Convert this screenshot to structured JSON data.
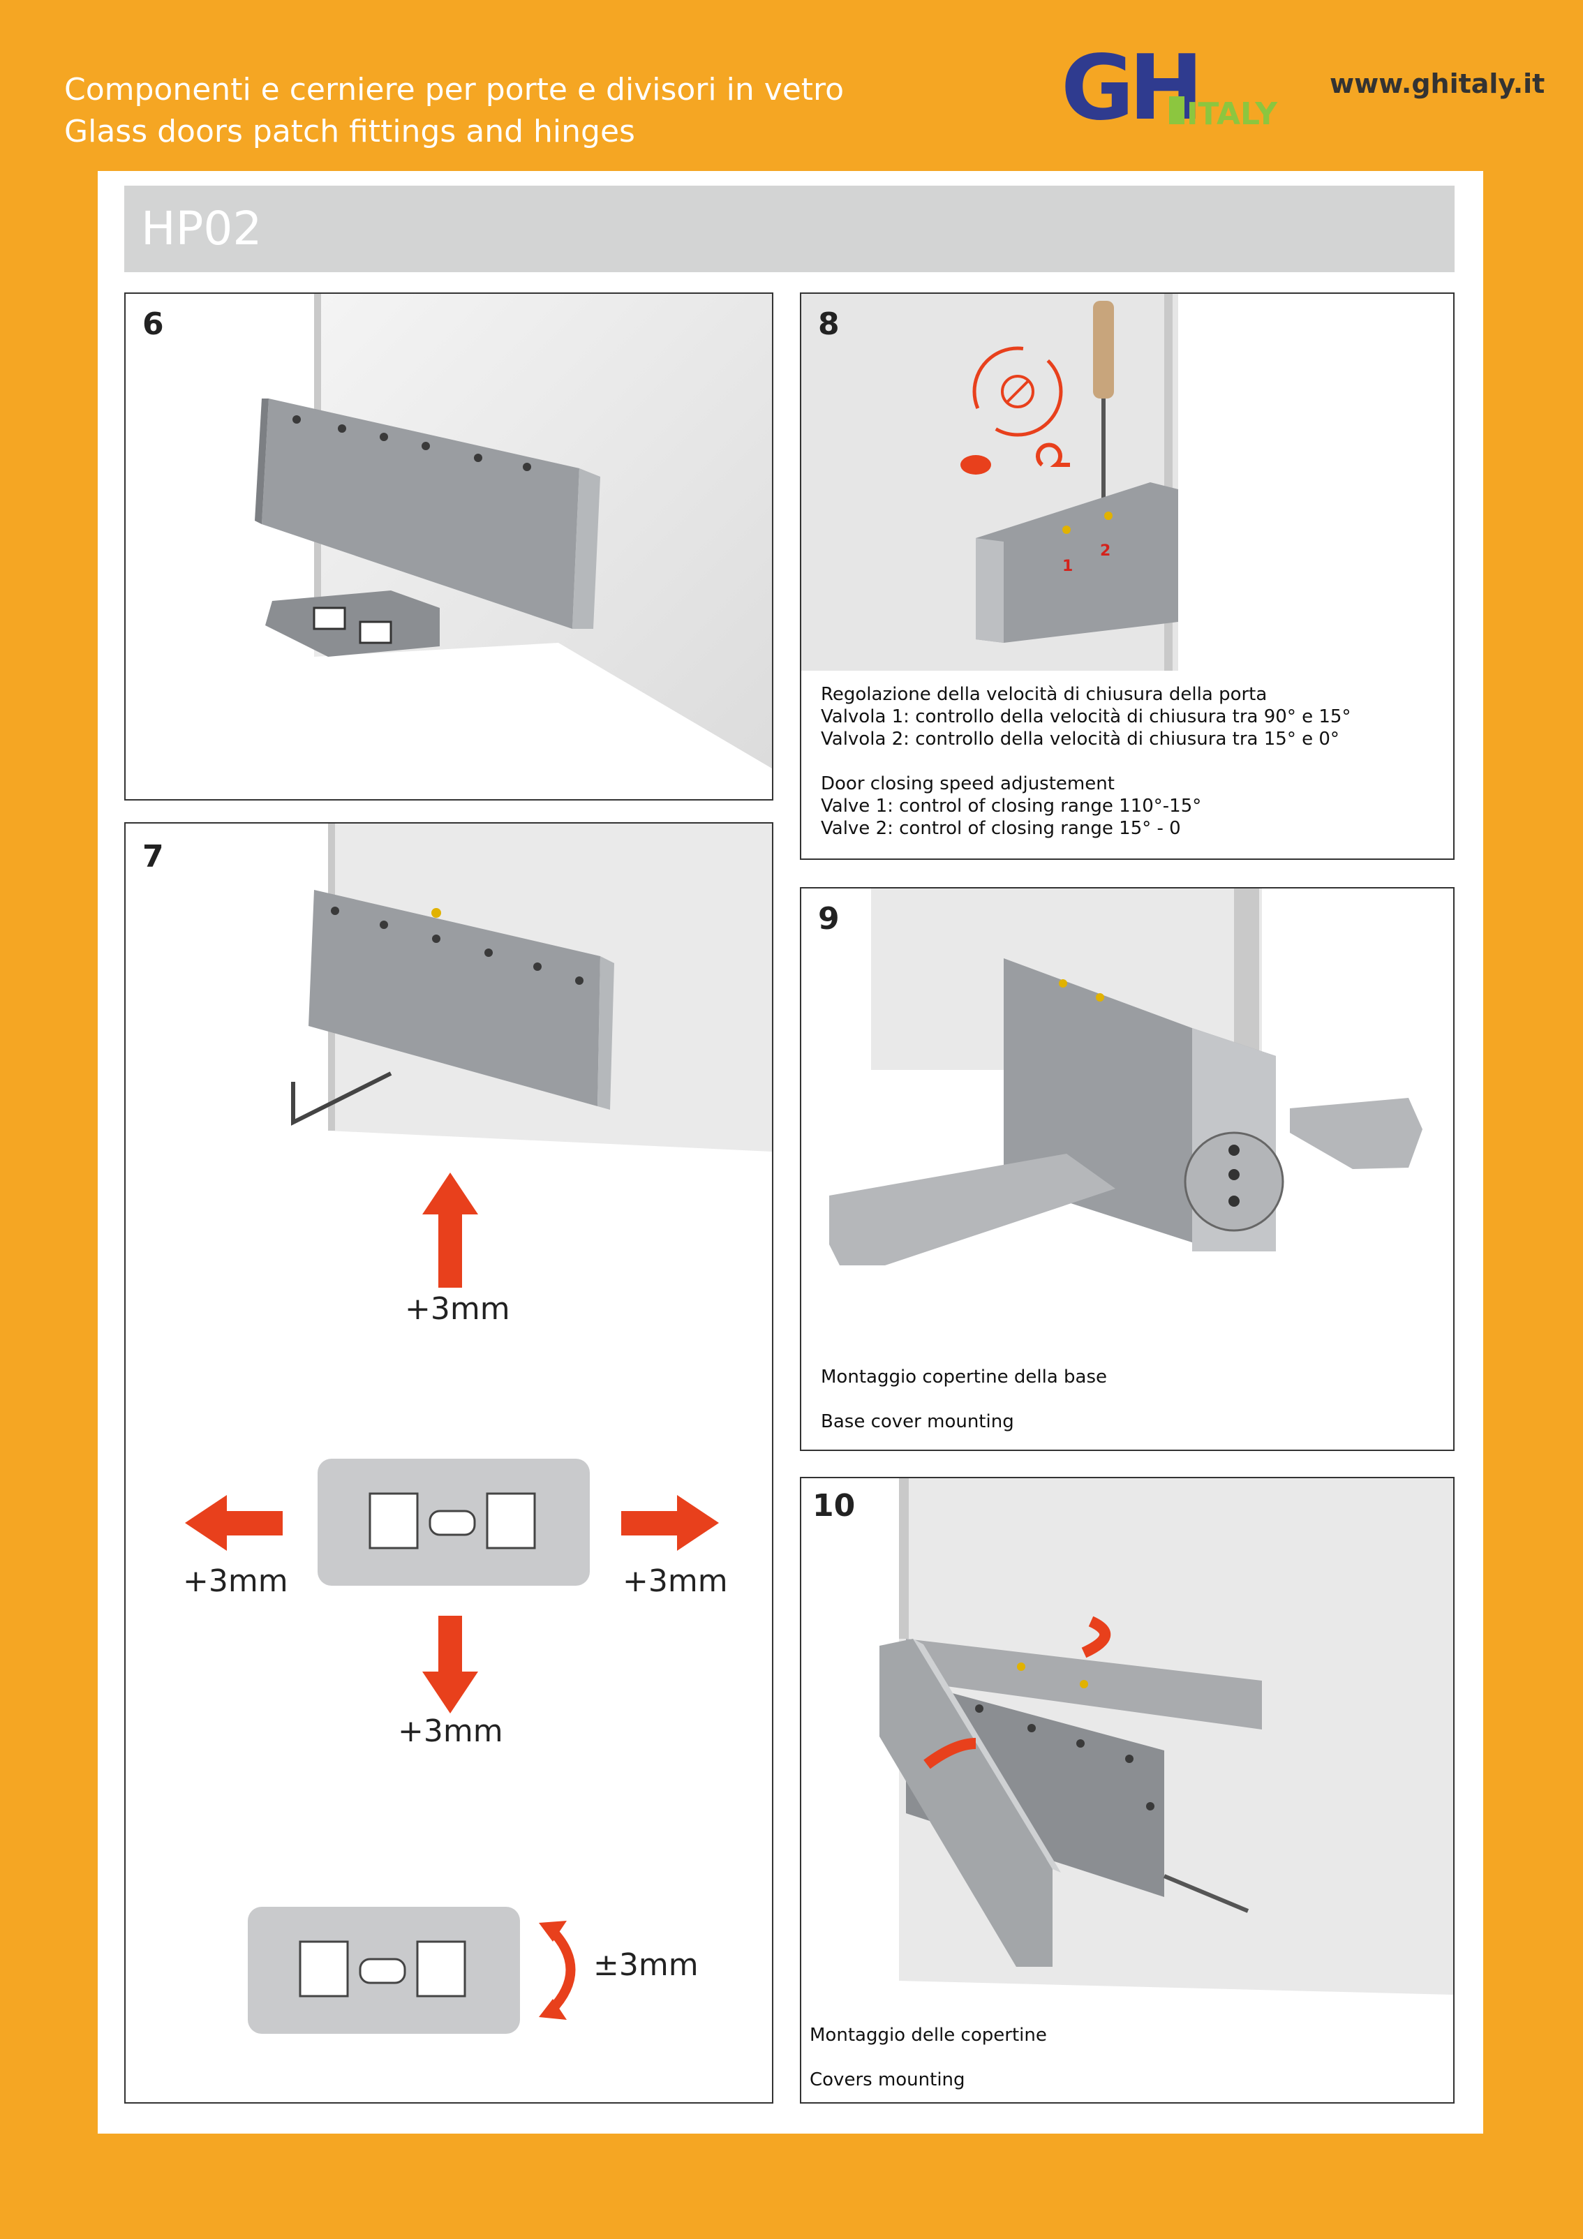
{
  "header": {
    "line_it": "Componenti e cerniere per porte e divisori in vetro",
    "line_en": "Glass doors patch fittings and hinges",
    "logo_text_gh": "GH",
    "logo_text_italy": "ITALY",
    "url": "www.ghitaly.it"
  },
  "product": {
    "code": "HP02"
  },
  "steps": {
    "s6": {
      "number": "6"
    },
    "s7": {
      "number": "7",
      "up": "+3mm",
      "left": "+3mm",
      "right": "+3mm",
      "down": "+3mm",
      "rotate": "±3mm"
    },
    "s8": {
      "number": "8",
      "valve1_mark": "1",
      "valve2_mark": "2",
      "lines": [
        "Regolazione della velocità di chiusura della porta",
        "Valvola 1: controllo della velocità di chiusura tra 90° e 15°",
        "Valvola 2: controllo della velocità di chiusura tra 15° e 0°",
        "",
        "Door closing speed adjustement",
        "Valve 1: control of closing range 110°-15°",
        "Valve 2: control of closing range 15° - 0"
      ]
    },
    "s9": {
      "number": "9",
      "caption_it": "Montaggio copertine della base",
      "caption_en": "Base cover mounting"
    },
    "s10": {
      "number": "10",
      "caption_it": "Montaggio delle copertine",
      "caption_en": "Covers mounting"
    }
  },
  "colors": {
    "background": "#f5a623",
    "logo_blue": "#2f3b8f",
    "logo_green": "#8cc63f",
    "arrow_red": "#e8401c"
  }
}
